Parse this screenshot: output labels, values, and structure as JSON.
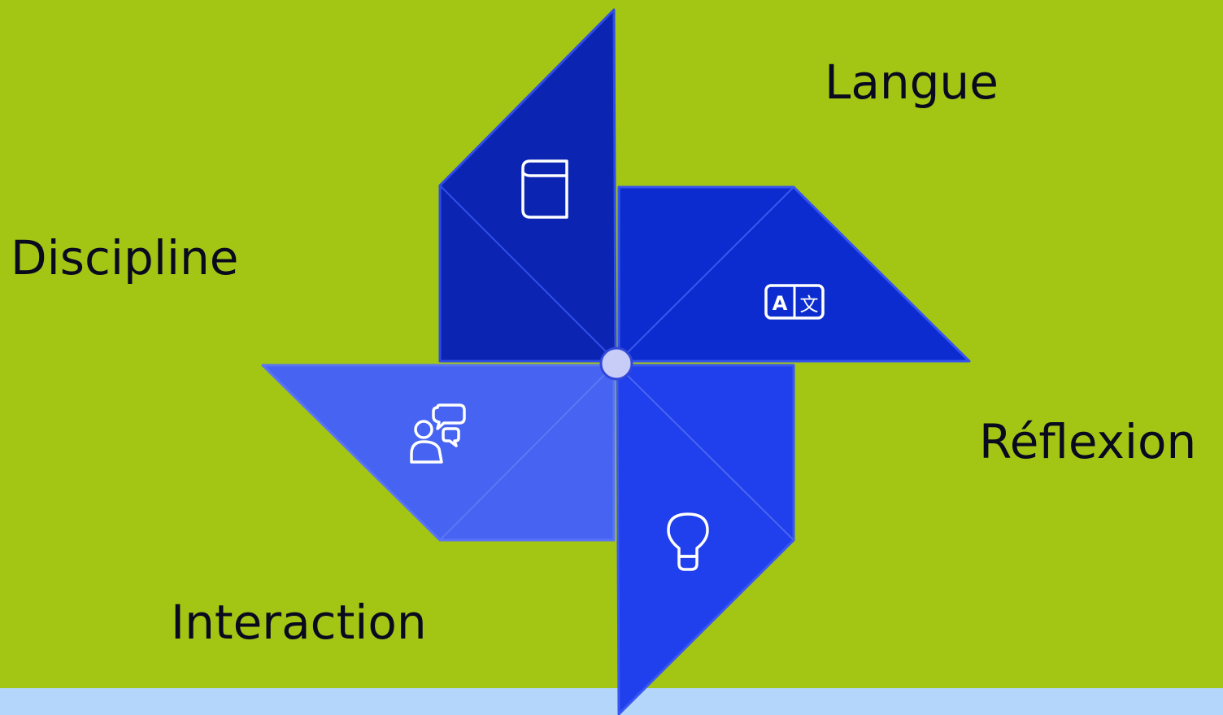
{
  "labels": {
    "langue": "Langue",
    "discipline": "Discipline",
    "reflexion": "Réflexion",
    "interaction": "Interaction"
  },
  "icons": {
    "top_blade": "book-icon",
    "right_blade": "translate-icon",
    "left_blade": "people-chat-icon",
    "bottom_blade": "lightbulb-icon",
    "translate_glyph_latin": "A",
    "translate_glyph_cjk": "文"
  },
  "colors": {
    "background": "#a3c614",
    "ground": "#b4d6fb",
    "blade_top": "#0b24b2",
    "blade_right": "#0d2ccf",
    "blade_bottom": "#203fed",
    "blade_left": "#4663f2",
    "hub": "#c7cdf6",
    "text": "#0a0a1e"
  }
}
